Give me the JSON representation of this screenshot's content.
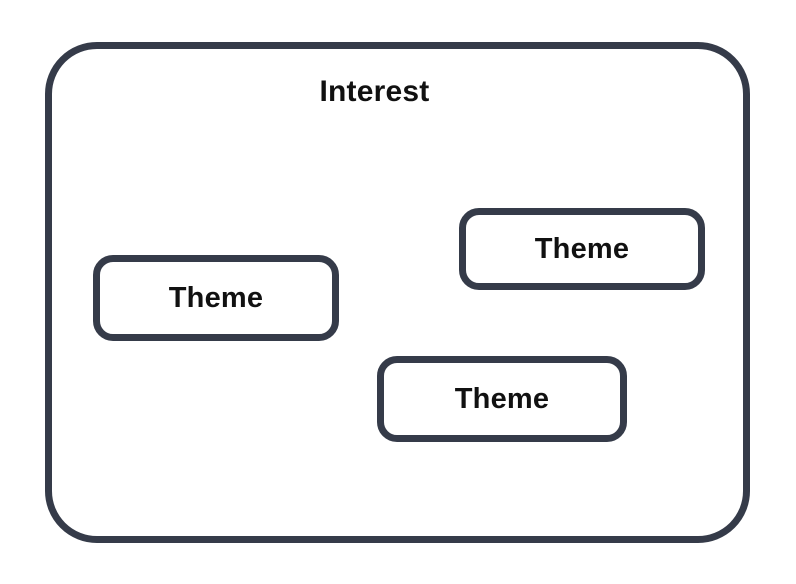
{
  "diagram": {
    "group_label": "Interest",
    "nodes": [
      {
        "label": "Theme"
      },
      {
        "label": "Theme"
      },
      {
        "label": "Theme"
      }
    ],
    "colors": {
      "border": "#353b49",
      "fill": "#ffffff",
      "text": "#111111"
    }
  }
}
